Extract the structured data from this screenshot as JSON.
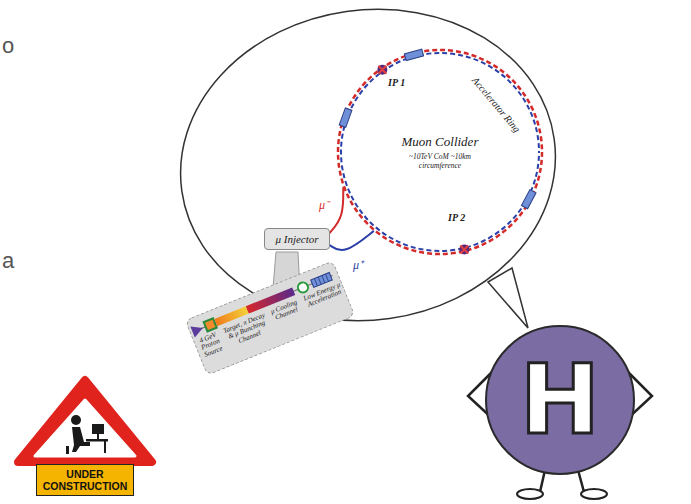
{
  "diagram": {
    "nodes": [
      {
        "text": [
          "Muon Collider",
          "~10TeV CoM ~10km circumference"
        ]
      },
      {
        "text": [
          "μ Injector"
        ]
      },
      {
        "text": [
          "H"
        ]
      },
      {
        "text": [
          "UNDER CONSTRUCTION"
        ]
      }
    ],
    "edges": [
      {
        "from": 1,
        "to": 0,
        "arrow": "none",
        "label": "μ⁻"
      },
      {
        "from": 1,
        "to": 0,
        "arrow": "none",
        "label": "μ⁺"
      }
    ],
    "labels": [
      "o",
      "a",
      "IP 1",
      "IP 2",
      "Accelerator Ring",
      "4 GeV Proton Source",
      "Target, π Decay & μ Bunching Channel",
      "μ Cooling Channel",
      "Low Energy μ Acceleration"
    ]
  }
}
